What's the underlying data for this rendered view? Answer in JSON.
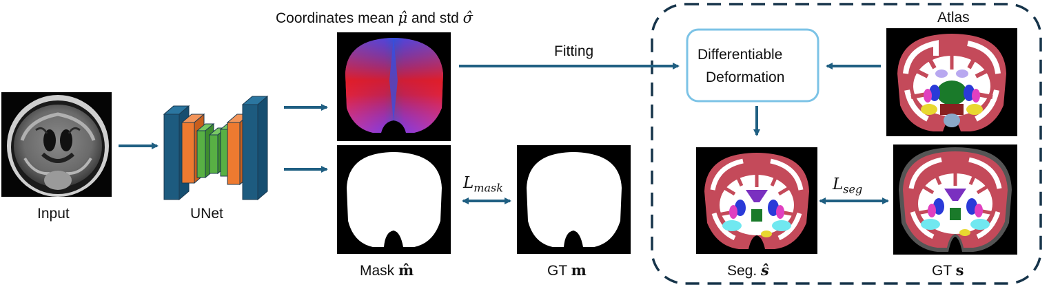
{
  "labels": {
    "input": "Input",
    "unet": "UNet",
    "coords_title_prefix": "Coordinates mean ",
    "coords_mu": "μ̂",
    "coords_mid": " and std ",
    "coords_sigma": "σ̂",
    "fitting": "Fitting",
    "deform_line1": "Differentiable",
    "deform_line2": "Deformation",
    "atlas": "Atlas",
    "mask_pred_prefix": "Mask ",
    "mask_pred_sym": "m̂",
    "gt_mask_prefix": "GT ",
    "gt_mask_sym": "m",
    "seg_pred_prefix": "Seg. ",
    "seg_pred_sym": "ŝ",
    "gt_seg_prefix": "GT ",
    "gt_seg_sym": "s",
    "loss_mask_main": "L",
    "loss_mask_sub": "mask",
    "loss_seg_main": "L",
    "loss_seg_sub": "seg"
  },
  "colors": {
    "arrow": "#1f5f82",
    "dashed_border": "#16344a",
    "deform_border": "#7cc3e6",
    "unet_blue": "#1d5b7f",
    "unet_orange": "#ee7a30",
    "unet_green": "#58b044",
    "cortex": "#c44a5a",
    "white_matter": "#ffffff"
  }
}
